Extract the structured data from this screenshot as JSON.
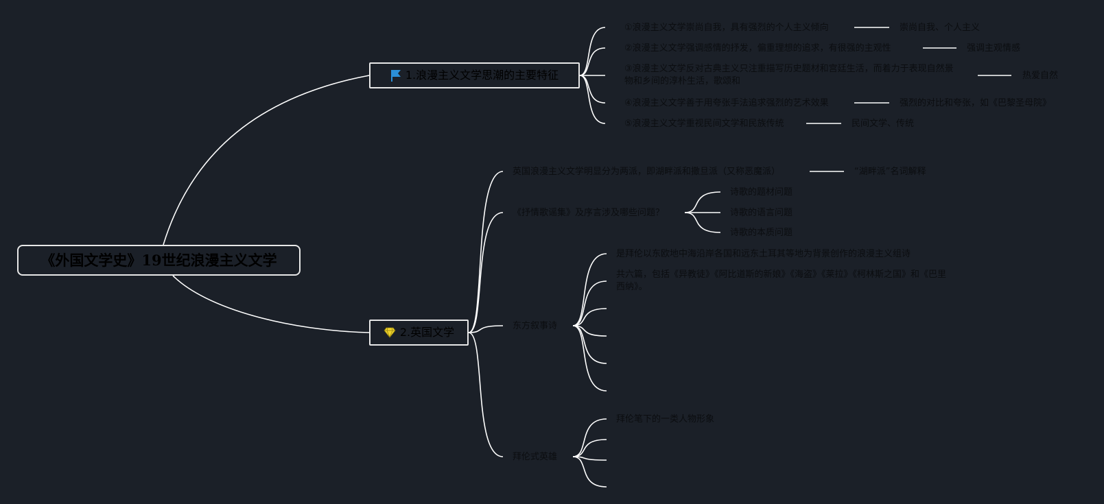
{
  "root": {
    "title": "《外国文学史》19世纪浪漫主义文学"
  },
  "branch1": {
    "title": "1.浪漫主义文学思潮的主要特征",
    "icon": "flag-icon",
    "items": [
      {
        "text": "①浪漫主义文学崇尚自我，具有强烈的个人主义倾向",
        "note": "崇尚自我、个人主义"
      },
      {
        "text": "②浪漫主义文学强调感情的抒发，偏重理想的追求，有很强的主观性",
        "note": "强调主观情感"
      },
      {
        "text": "③浪漫主义文学反对古典主义只注重描写历史题材和宫廷生活，而着力于表现自然景物和乡间的淳朴生活，歌颂和",
        "note": "热爱自然"
      },
      {
        "text": "④浪漫主义文学善于用夸张手法追求强烈的艺术效果",
        "note": "强烈的对比和夸张，如《巴黎圣母院》"
      },
      {
        "text": "⑤浪漫主义文学重视民间文学和民族传统",
        "note": "民间文学、传统"
      }
    ]
  },
  "branch2": {
    "title": "2.英国文学",
    "icon": "diamond-icon",
    "school": {
      "text": "英国浪漫主义文学明显分为两派，即湖畔派和撒旦派（又称恶魔派）",
      "note": "“湖畔派”名词解释"
    },
    "lyrical": {
      "text": "《抒情歌谣集》及序言涉及哪些问题？",
      "children": [
        "诗歌的题材问题",
        "诗歌的语言问题",
        "诗歌的本质问题"
      ]
    },
    "oriental": {
      "label": "东方叙事诗",
      "children": [
        "是拜伦以东欧地中海沿岸各国和远东土耳其等地为背景创作的浪漫主义组诗",
        "共六篇，包括《异教徒》《阿比道斯的新娘》《海盗》《莱拉》《柯林斯之国》和《巴里西纳》。"
      ]
    },
    "hero": {
      "label": "拜伦式英雄",
      "children": [
        "拜伦笔下的一类人物形象"
      ]
    }
  },
  "colors": {
    "background": "#1b2028",
    "line": "#ffffff",
    "text": "#0b0d10",
    "flag": "#2b8fd8",
    "diamond": "#f2d52a"
  }
}
